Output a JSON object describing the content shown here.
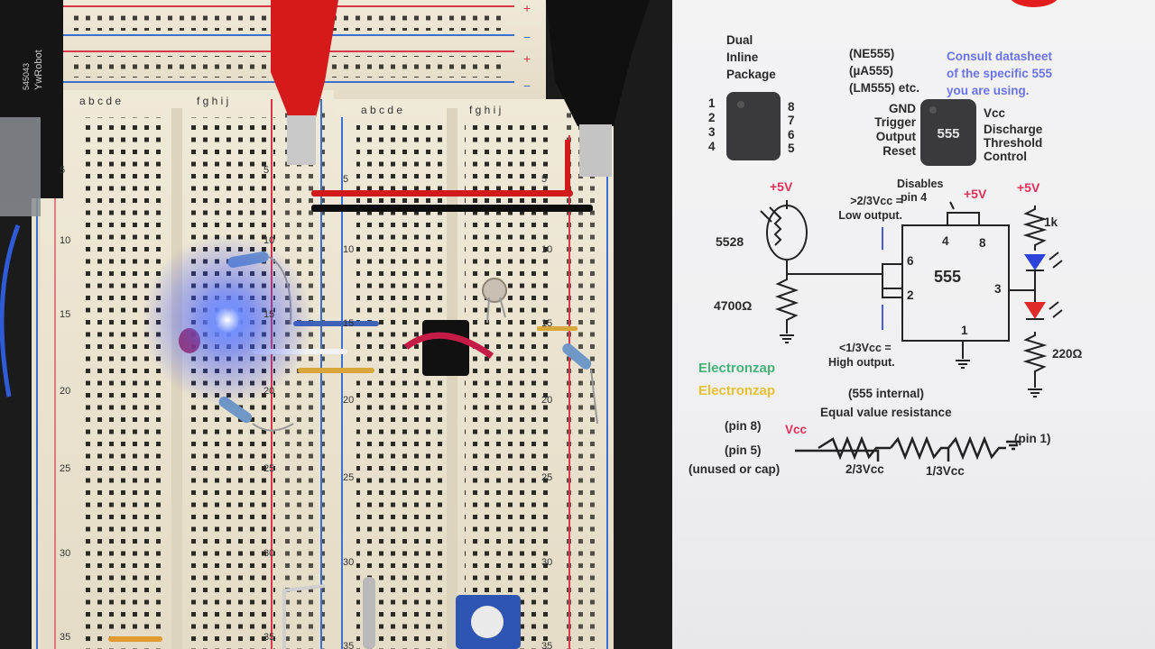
{
  "breadboard": {
    "module_label": "YwRobot",
    "module_code": "545043",
    "column_letters_left": [
      "a",
      "b",
      "c",
      "d",
      "e"
    ],
    "column_letters_right": [
      "f",
      "g",
      "h",
      "i",
      "j"
    ],
    "row_numbers": [
      "5",
      "10",
      "15",
      "20",
      "25",
      "30",
      "35"
    ],
    "rail_plus": "+",
    "rail_minus": "−"
  },
  "sheet": {
    "dip": {
      "title_lines": [
        "Dual",
        "Inline",
        "Package"
      ],
      "left_pins": [
        "1",
        "2",
        "3",
        "4"
      ],
      "right_pins": [
        "8",
        "7",
        "6",
        "5"
      ]
    },
    "variants": [
      "(NE555)",
      "(µA555)",
      "(LM555) etc."
    ],
    "consult": [
      "Consult datasheet",
      "of the specific 555",
      "you are using."
    ],
    "pin_names_left": [
      "GND",
      "Trigger",
      "Output",
      "Reset"
    ],
    "pin_names_right": [
      "Vcc",
      "Discharge",
      "Threshold",
      "Control"
    ],
    "chip_label": "555",
    "schematic": {
      "plus5v": "+5V",
      "ldr": "5528",
      "r_bottom": "4700Ω",
      "high_note": ">2/3Vcc =",
      "high_note2": "Low output.",
      "disables": "Disables",
      "disables2": "pin 4",
      "pin4": "4",
      "pin8": "8",
      "pin6": "6",
      "pin2": "2",
      "pin3": "3",
      "pin1": "1",
      "low_note": "<1/3Vcc =",
      "low_note2": "High output.",
      "r1k": "1k",
      "r220": "220Ω"
    },
    "brand1": "Electronzap",
    "brand2": "Electronzap",
    "internal": {
      "line1": "(555 internal)",
      "line2": "Equal value resistance",
      "pin8": "(pin 8)",
      "vcc": "Vcc",
      "pin1": "(pin 1)",
      "pin5": "(pin 5)",
      "unused": "(unused or cap)",
      "two_thirds": "2/3Vcc",
      "one_third": "1/3Vcc"
    }
  },
  "colors": {
    "paper": "#f1f1f3",
    "breadboard": "#ece5d2",
    "rail_red": "#d9374a",
    "rail_blue": "#3b6fd1",
    "led_blue": "#3b6bff",
    "accent_red": "#e0305a"
  }
}
